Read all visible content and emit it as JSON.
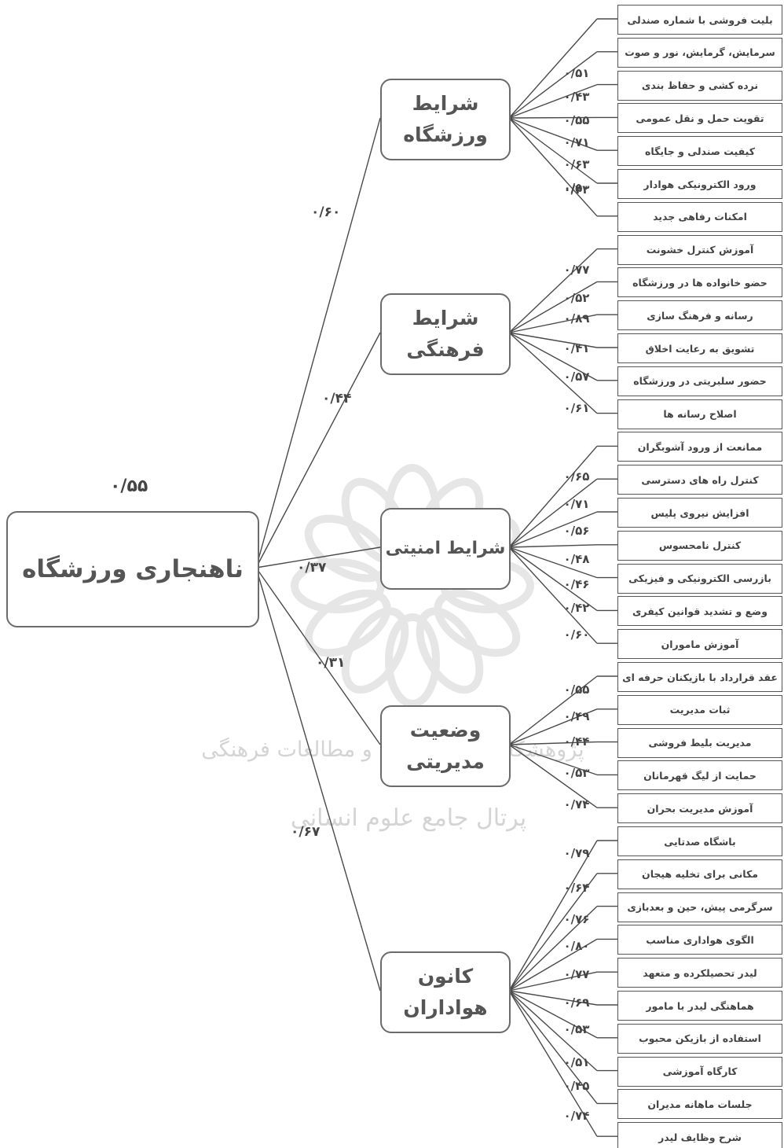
{
  "root": {
    "label": "ناهنجاری ورزشگاه",
    "value": "۰/۵۵"
  },
  "categories": [
    {
      "label": "شرایط\nورزشگاه",
      "value": "۰/۶۰",
      "items": [
        {
          "label": "بلیت فروشی با شماره صندلی",
          "value": ""
        },
        {
          "label": "سرمایش، گرمایش، نور و صوت",
          "value": "۰/۵۱"
        },
        {
          "label": "نرده کشی و حفاظ بندی",
          "value": "۰/۴۳"
        },
        {
          "label": "تقویت حمل و نقل عمومی",
          "value": "۰/۵۵"
        },
        {
          "label": "کیفیت صندلی و جایگاه",
          "value": "۰/۷۱"
        },
        {
          "label": "ورود الکترونیکی هوادار",
          "value": "۰/۶۳"
        },
        {
          "label": "امکنات رفاهی جدید",
          "value": "۰/۴۳"
        }
      ],
      "extra_value": "۰/۵۰"
    },
    {
      "label": "شرایط\nفرهنگی",
      "value": "۰/۴۴",
      "items": [
        {
          "label": "آموزش کنترل خشونت",
          "value": "۰/۷۷"
        },
        {
          "label": "حضو خانواده ها در ورزشگاه",
          "value": "۰/۵۲"
        },
        {
          "label": "رسانه و فرهنگ سازی",
          "value": "۰/۸۹"
        },
        {
          "label": "تشویق به رعایت اخلاق",
          "value": "۰/۴۱"
        },
        {
          "label": "حضور سلبریتی در ورزشگاه",
          "value": "۰/۵۷"
        },
        {
          "label": "اصلاح رسانه ها",
          "value": "۰/۶۱"
        }
      ]
    },
    {
      "label": "شرایط امنیتی",
      "value": "۰/۳۷",
      "items": [
        {
          "label": "ممانعت از ورود آشوبگران",
          "value": "۰/۶۵"
        },
        {
          "label": "کنترل راه های دسترسی",
          "value": "۰/۷۱"
        },
        {
          "label": "افزایش نیروی پلیس",
          "value": "۰/۵۶"
        },
        {
          "label": "کنترل نامحسوس",
          "value": "۰/۴۸"
        },
        {
          "label": "بازرسی الکترونیکی و فیزیکی",
          "value": "۰/۴۶"
        },
        {
          "label": "وضع و تشدید قوانین کیفری",
          "value": "۰/۴۲"
        },
        {
          "label": "آموزش ماموران",
          "value": "۰/۶۰"
        }
      ]
    },
    {
      "label": "وضعیت\nمدیریتی",
      "value": "۰/۳۱",
      "items": [
        {
          "label": "عقد قرارداد با بازیکنان حرفه ای",
          "value": "۰/۵۵"
        },
        {
          "label": "ثبات مدیریت",
          "value": "۰/۴۹"
        },
        {
          "label": "مدیریت بلیط فروشی",
          "value": "۰/۴۴"
        },
        {
          "label": "حمایت از لیگ قهرمانان",
          "value": "۰/۵۳"
        },
        {
          "label": "آموزش مدیریت بحران",
          "value": "۰/۷۴"
        }
      ]
    },
    {
      "label": "کانون\nهواداران",
      "value": "۰/۶۷",
      "items": [
        {
          "label": "باشگاه صدتایی",
          "value": "۰/۷۹"
        },
        {
          "label": "مکانی برای تخلیه هیجان",
          "value": "۰/۶۴"
        },
        {
          "label": "سرگرمی پیش، حین و بعدبازی",
          "value": "۰/۷۶"
        },
        {
          "label": "الگوی هواداری مناسب",
          "value": "۰/۸۰"
        },
        {
          "label": "لیدر تحصیلکرده و متعهد",
          "value": "۰/۷۷"
        },
        {
          "label": "هماهنگی لیدر با مامور",
          "value": "۰/۶۹"
        },
        {
          "label": "استفاده از بازیکن محبوب",
          "value": "۰/۵۳"
        },
        {
          "label": "کارگاه آموزشی",
          "value": "۰/۵۱"
        },
        {
          "label": "جلسات ماهانه مدیران",
          "value": "۰/۴۵"
        },
        {
          "label": "شرح وظایف لیدر",
          "value": "۰/۷۴"
        }
      ]
    }
  ],
  "watermark": {
    "line1": "پژوهشگاه علوم انسانی و مطالعات فرهنگی",
    "line2": "پرتال جامع علوم انسانی"
  }
}
